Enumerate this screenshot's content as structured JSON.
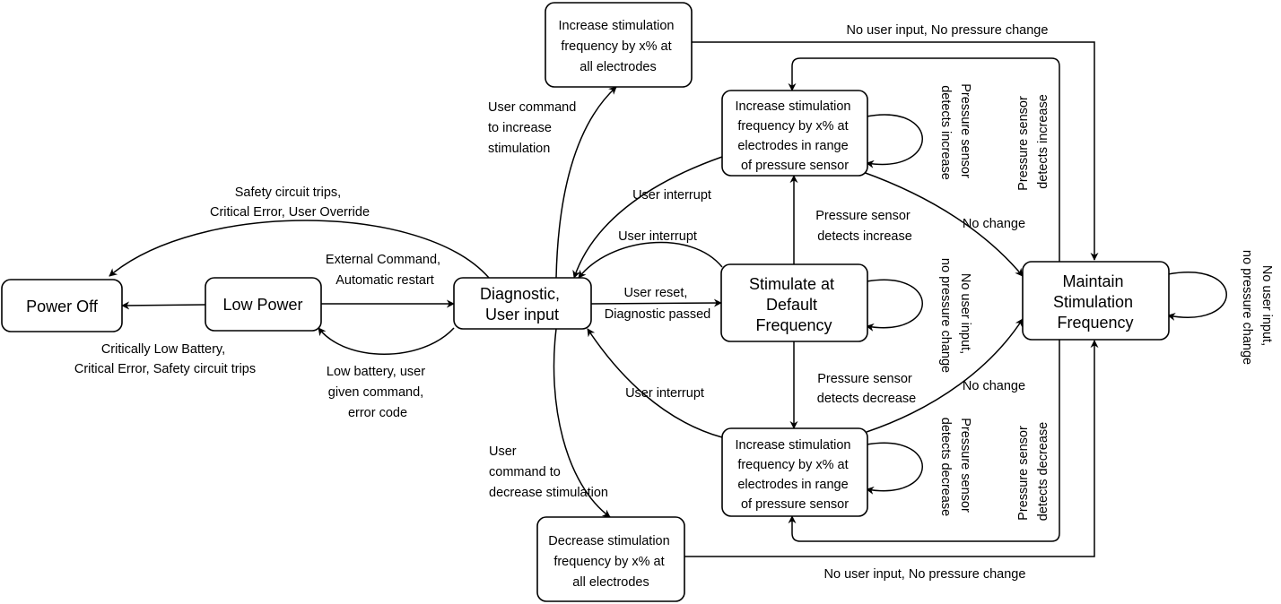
{
  "nodes": {
    "power_off": {
      "lines": [
        "Power Off"
      ]
    },
    "low_power": {
      "lines": [
        "Low Power"
      ]
    },
    "diagnostic": {
      "lines": [
        "Diagnostic,",
        "User input"
      ]
    },
    "stimulate_default": {
      "lines": [
        "Stimulate at",
        "Default",
        "Frequency"
      ]
    },
    "maintain": {
      "lines": [
        "Maintain",
        "Stimulation",
        "Frequency"
      ]
    },
    "increase_all": {
      "lines": [
        "Increase stimulation",
        "frequency by x% at",
        "all electrodes"
      ]
    },
    "decrease_all": {
      "lines": [
        "Decrease stimulation",
        "frequency by x% at",
        "all electrodes"
      ]
    },
    "increase_range_top": {
      "lines": [
        "Increase stimulation",
        "frequency by x% at",
        "electrodes in range",
        "of pressure sensor"
      ]
    },
    "increase_range_bottom": {
      "lines": [
        "Increase stimulation",
        "frequency by x% at",
        "electrodes in range",
        "of pressure sensor"
      ]
    }
  },
  "edges": {
    "safety_override": [
      "Safety circuit trips,",
      "Critical Error, User Override"
    ],
    "external_restart": [
      "External Command,",
      "Automatic restart"
    ],
    "critically_low": [
      "Critically Low Battery,",
      "Critical Error, Safety circuit trips"
    ],
    "low_battery": [
      "Low battery, user",
      "given command,",
      "error code"
    ],
    "user_reset": [
      "User reset,",
      "Diagnostic passed"
    ],
    "user_interrupt_top": [
      "User interrupt"
    ],
    "user_interrupt_mid": [
      "User interrupt"
    ],
    "user_interrupt_bottom": [
      "User interrupt"
    ],
    "cmd_increase": [
      "User command",
      "to increase",
      "stimulation"
    ],
    "cmd_decrease": [
      "User",
      "command to",
      "decrease stimulation"
    ],
    "no_input_top": [
      "No user input, No pressure change"
    ],
    "no_input_bottom": [
      "No user input, No pressure change"
    ],
    "pressure_increase_mid": [
      "Pressure sensor",
      "detects increase"
    ],
    "pressure_decrease_mid": [
      "Pressure sensor",
      "detects decrease"
    ],
    "no_change_top": [
      "No change"
    ],
    "no_change_bottom": [
      "No change"
    ],
    "self_increase": [
      "Pressure sensor",
      "detects increase"
    ],
    "self_default": [
      "No user input,",
      "no pressure change"
    ],
    "self_decrease": [
      "Pressure sensor",
      "detects decrease"
    ],
    "self_maintain": [
      "No user input,",
      "no pressure change"
    ],
    "return_increase": [
      "Pressure sensor",
      "detects increase"
    ],
    "return_decrease": [
      "Pressure sensor",
      "detects decrease"
    ]
  }
}
